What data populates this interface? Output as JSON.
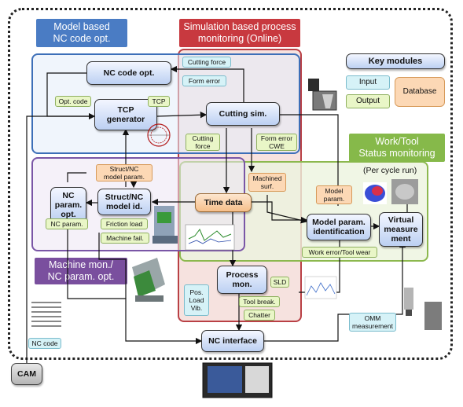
{
  "regions": {
    "model_based": "Model based\nNC code opt.",
    "simulation": "Simulation based process\nmonitoring (Online)",
    "work_tool": "Work/Tool\nStatus monitoring",
    "machine_mon": "Machine mon./\nNC param. opt.",
    "per_cycle": "(Per cycle run)"
  },
  "nodes": {
    "nc_code_opt": "NC code opt.",
    "tcp_generator": "TCP\ngenerator",
    "cutting_sim": "Cutting sim.",
    "nc_param_opt": "NC\nparam.\nopt.",
    "struct_nc_model_id": "Struct/NC\nmodel id.",
    "time_data": "Time data",
    "model_param_id": "Model param.\nidentification",
    "virtual_measurement": "Virtual\nmeasure\nment",
    "process_mon": "Process\nmon.",
    "nc_interface": "NC interface",
    "cam": "CAM"
  },
  "tags": {
    "cutting_force_top": "Cutting force",
    "form_error_top": "Form error",
    "opt_code": "Opt. code",
    "tcp": "TCP",
    "cutting_force_mid": "Cutting\nforce",
    "form_error_cwe": "Form error\nCWE",
    "struct_nc_model_param": "Struct/NC\nmodel param.",
    "machined_surf": "Machined\nsurf.",
    "model_param": "Model\nparam.",
    "nc_param": "NC param.",
    "friction_load": "Friction load",
    "machine_fail": "Machine fail.",
    "work_error_tool_wear": "Work error/Tool wear",
    "sld": "SLD",
    "pos_load_vib": "Pos.\nLoad\nVib.",
    "tool_break": "Tool break.",
    "chatter": "Chatter",
    "omm_measurement": "OMM\nmeasurement",
    "nc_code": "NC code"
  },
  "key": {
    "title": "Key modules",
    "input": "Input",
    "output": "Output",
    "database": "Database"
  },
  "colors": {
    "region_blue": "#4a7cc4",
    "region_red": "#c8393f",
    "region_green": "#86b94a",
    "region_purple": "#7a4f9e",
    "input": "#d6f2f7",
    "output": "#e9f6c7",
    "database": "#fcd8b5"
  }
}
